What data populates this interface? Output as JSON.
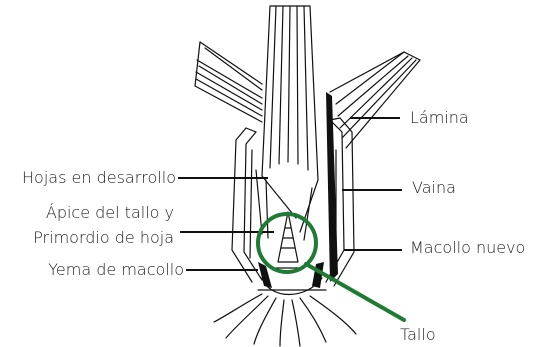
{
  "labels": {
    "lamina": "Lámina",
    "hojas_desarrollo": "Hojas en desarrollo",
    "vaina": "Vaina",
    "apice_line1": "Ápice del tallo y",
    "apice_line2": "Primordio de hoja",
    "macollo_nuevo": "Macollo nuevo",
    "yema_macollo": "Yema de macollo",
    "tallo": "Tallo"
  },
  "colors": {
    "outline": "#111111",
    "highlight": "#1f7a34",
    "text": "#222222"
  }
}
